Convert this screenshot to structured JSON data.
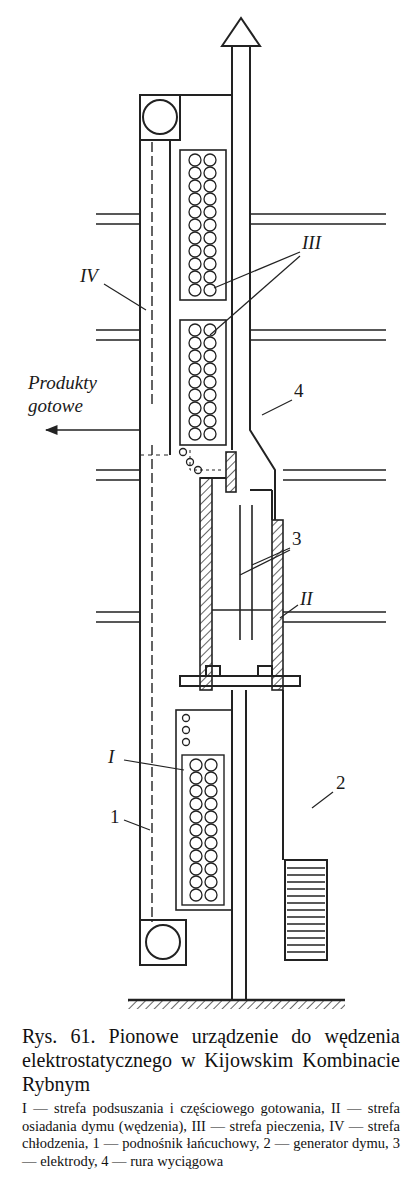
{
  "diagram": {
    "caption": "Rys. 61. Pionowe urządzenie do wędzenia elektrostatycznego w Kijowskim Kombinacie Rybnym",
    "labels": [
      "III",
      "IV",
      "Produkty gotowe",
      "4",
      "3",
      "II",
      "I",
      "1",
      "2",
      "I — strefa podsuszania i częściowego gotowania,",
      "II — strefa osiadania dymu (wędzenia),",
      "III — strefa pieczenia,",
      "IV — strefa chłodzenia,",
      "1 — podnośnik łańcuchowy,",
      "2 — generator dymu,",
      "3 — elektrody,",
      "4 — rura wyciągowa"
    ]
  }
}
